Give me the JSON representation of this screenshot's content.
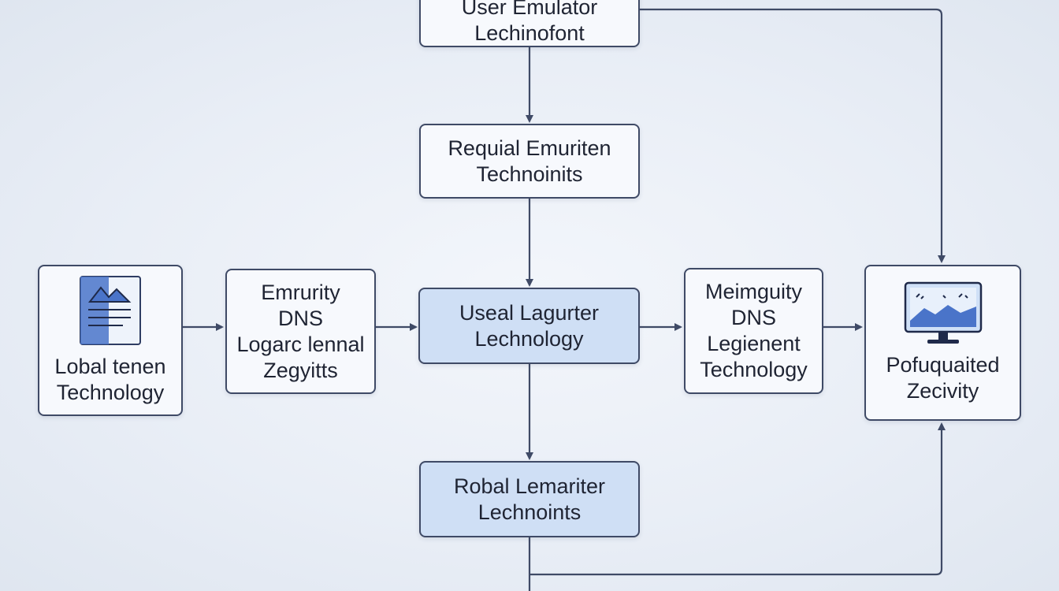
{
  "nodes": {
    "top": {
      "line1": "User Emulator",
      "line2": "Lechinofont"
    },
    "requal": {
      "line1": "Requial Emuriten",
      "line2": "Technoinits"
    },
    "center": {
      "line1": "Useal Lagurter",
      "line2": "Lechnology"
    },
    "bottom": {
      "line1": "Robal Lemariter",
      "line2": "Lechnoints"
    },
    "left": {
      "line1": "Lobal tenen",
      "line2": "Technology",
      "icon": "document-image-icon"
    },
    "dns_left": {
      "line1": "Emrurity",
      "line2": "DNS",
      "line3": "Logarc lennal",
      "line4": "Zegyitts"
    },
    "dns_right": {
      "line1": "Meimguity",
      "line2": "DNS",
      "line3": "Legienent",
      "line4": "Technology"
    },
    "right": {
      "line1": "Pofuquaited",
      "line2": "Zecivity",
      "icon": "monitor-chart-icon"
    }
  },
  "colors": {
    "stroke": "#3f4a66",
    "node_fill": "#f7f9fd",
    "highlight_fill": "#cfdff5",
    "icon_blue": "#4a74c9"
  }
}
